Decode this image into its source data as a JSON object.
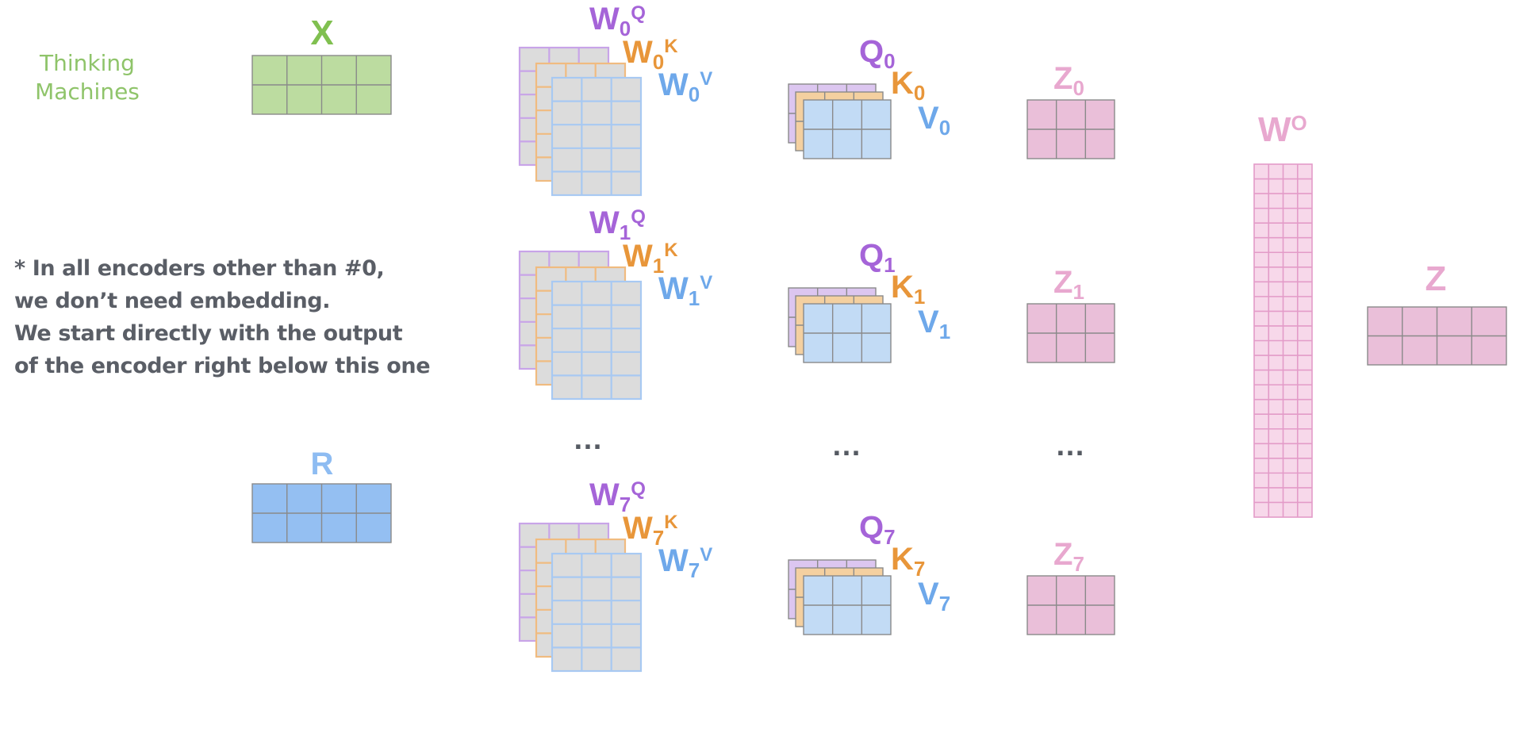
{
  "input_text": {
    "line1": "Thinking",
    "line2": "Machines",
    "color": "#8fc46a"
  },
  "note": {
    "lines": [
      "* In all encoders other than #0,",
      "we don’t need embedding.",
      "We start directly with the output",
      "of the encoder right below this one"
    ],
    "color": "#5a5e66"
  },
  "matrices": {
    "x": {
      "label": "X",
      "rows": 2,
      "cols": 4,
      "fill": "#bcdca0",
      "label_color": "#80c050"
    },
    "r": {
      "label": "R",
      "rows": 2,
      "cols": 4,
      "fill": "#94bff2",
      "label_color": "#8ebcf2"
    },
    "wo": {
      "label": "W",
      "superscript": "O",
      "rows": 24,
      "cols": 4,
      "fill": "#f7d8ea",
      "stroke": "#e39bc8",
      "label_color": "#e8a8cf"
    },
    "z": {
      "label": "Z",
      "rows": 2,
      "cols": 4,
      "fill": "#eabfd9",
      "label_color": "#e8a8cf"
    }
  },
  "heads": [
    {
      "index": "0",
      "wq": "W",
      "wk": "W",
      "wv": "W",
      "q": "Q",
      "k": "K",
      "v": "V",
      "z": "Z",
      "sup_q": "Q",
      "sup_k": "K",
      "sup_v": "V"
    },
    {
      "index": "1",
      "wq": "W",
      "wk": "W",
      "wv": "W",
      "q": "Q",
      "k": "K",
      "v": "V",
      "z": "Z",
      "sup_q": "Q",
      "sup_k": "K",
      "sup_v": "V"
    },
    {
      "index": "7",
      "wq": "W",
      "wk": "W",
      "wv": "W",
      "q": "Q",
      "k": "K",
      "v": "V",
      "z": "Z",
      "sup_q": "Q",
      "sup_k": "K",
      "sup_v": "V"
    }
  ],
  "ellipsis": "…",
  "colors": {
    "purple": "#a564d8",
    "orange": "#e8963a",
    "blue": "#6ea8ea",
    "pink": "#e8a8cf",
    "weight_fill": "#dcdcdc",
    "purple_fill": "#dcc6f0",
    "orange_fill": "#f4d0a0",
    "blue_fill": "#c2dbf5",
    "pink_fill": "#eabfd9",
    "grid_stroke": "#8a8a8a"
  }
}
